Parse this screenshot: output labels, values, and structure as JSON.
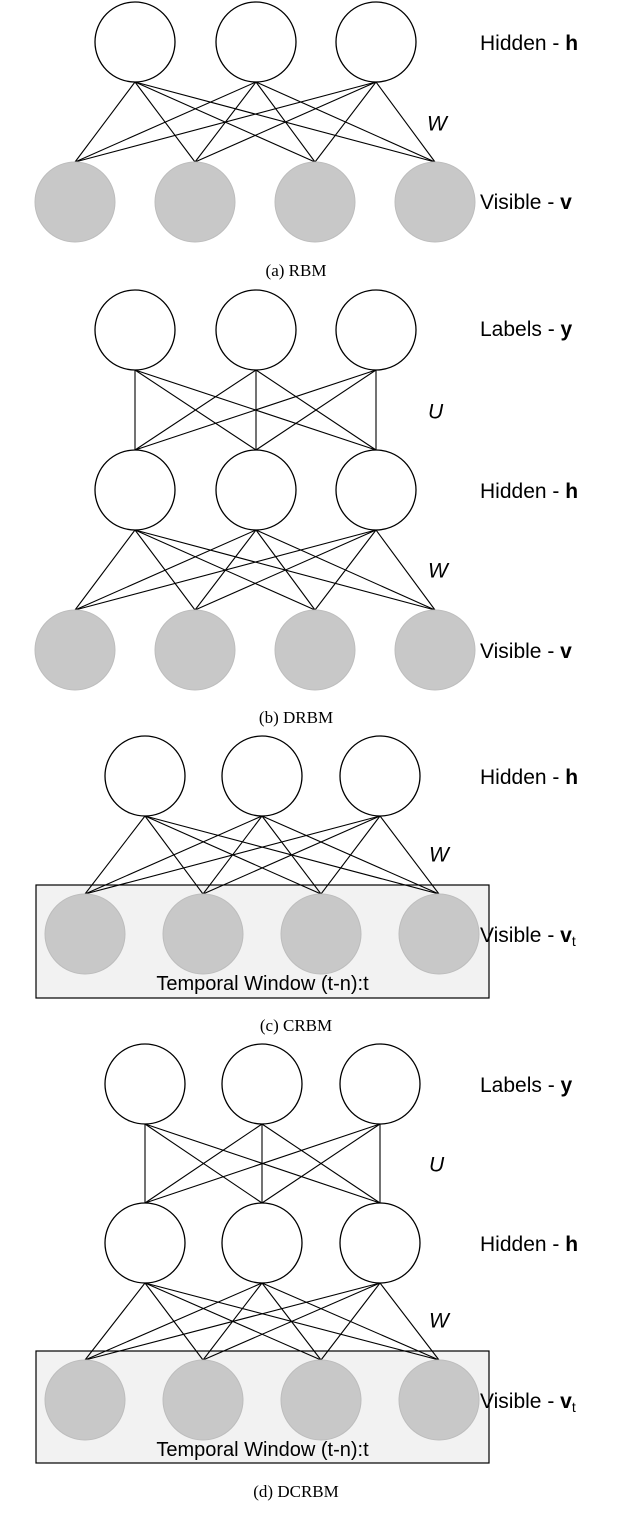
{
  "panels": [
    {
      "caption": "(a) RBM",
      "layers": [
        {
          "id": "h",
          "text": "Hidden - ",
          "sym": "h",
          "sub": ""
        },
        {
          "id": "v",
          "text": "Visible - ",
          "sym": "v",
          "sub": ""
        }
      ],
      "weights": [
        {
          "label": "W"
        }
      ]
    },
    {
      "caption": "(b) DRBM",
      "layers": [
        {
          "id": "y",
          "text": "Labels - ",
          "sym": "y",
          "sub": ""
        },
        {
          "id": "h",
          "text": "Hidden - ",
          "sym": "h",
          "sub": ""
        },
        {
          "id": "v",
          "text": "Visible - ",
          "sym": "v",
          "sub": ""
        }
      ],
      "weights": [
        {
          "label": "U"
        },
        {
          "label": "W"
        }
      ]
    },
    {
      "caption": "(c) CRBM",
      "layers": [
        {
          "id": "h",
          "text": "Hidden - ",
          "sym": "h",
          "sub": ""
        },
        {
          "id": "v",
          "text": "Visible - ",
          "sym": "v",
          "sub": "t"
        }
      ],
      "weights": [
        {
          "label": "W"
        }
      ],
      "window": "Temporal Window (t-n):t"
    },
    {
      "caption": "(d) DCRBM",
      "layers": [
        {
          "id": "y",
          "text": "Labels - ",
          "sym": "y",
          "sub": ""
        },
        {
          "id": "h",
          "text": "Hidden - ",
          "sym": "h",
          "sub": ""
        },
        {
          "id": "v",
          "text": "Visible - ",
          "sym": "v",
          "sub": "t"
        }
      ],
      "weights": [
        {
          "label": "U"
        },
        {
          "label": "W"
        }
      ],
      "window": "Temporal Window (t-n):t"
    }
  ]
}
